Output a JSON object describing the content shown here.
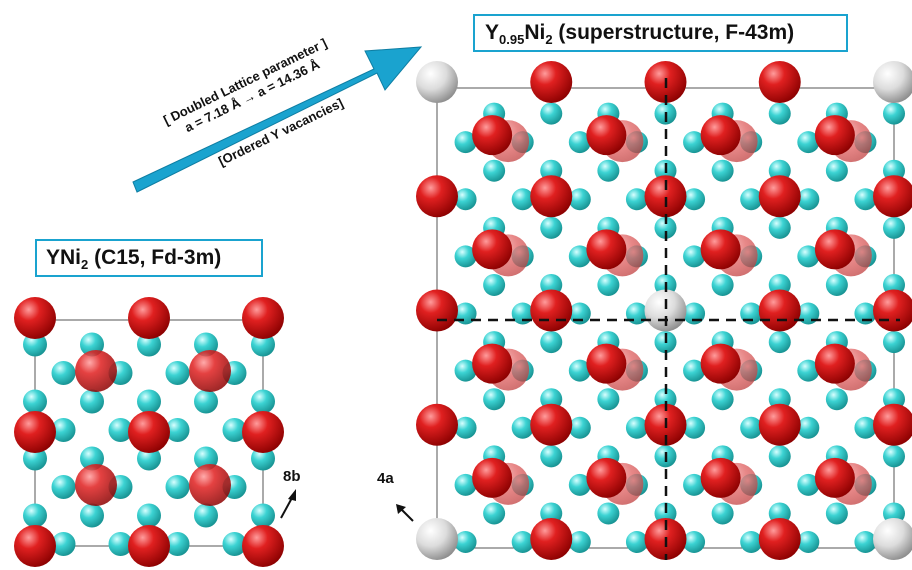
{
  "left_title": {
    "main": "YNi",
    "sub": "2",
    "rest": " (C15, Fd-3m)"
  },
  "right_title": {
    "main": "Y",
    "sub1": "0.95",
    "mid": "Ni",
    "sub2": "2",
    "rest": " (superstructure, F-43m)"
  },
  "arrow_text": {
    "line1": "[ Doubled Lattice parameter ]",
    "line2": "a = 7.18 Å → a = 14.36 Å",
    "line3": "[Ordered Y vacancies]"
  },
  "site_labels": {
    "left": "8b",
    "right": "4a"
  },
  "colors": {
    "y_atom": "#d01818",
    "ni_atom": "#3cd3d3",
    "vacancy": "#e8e8e8",
    "arrow": "#1aa3cf",
    "cell_line": "#555555"
  }
}
